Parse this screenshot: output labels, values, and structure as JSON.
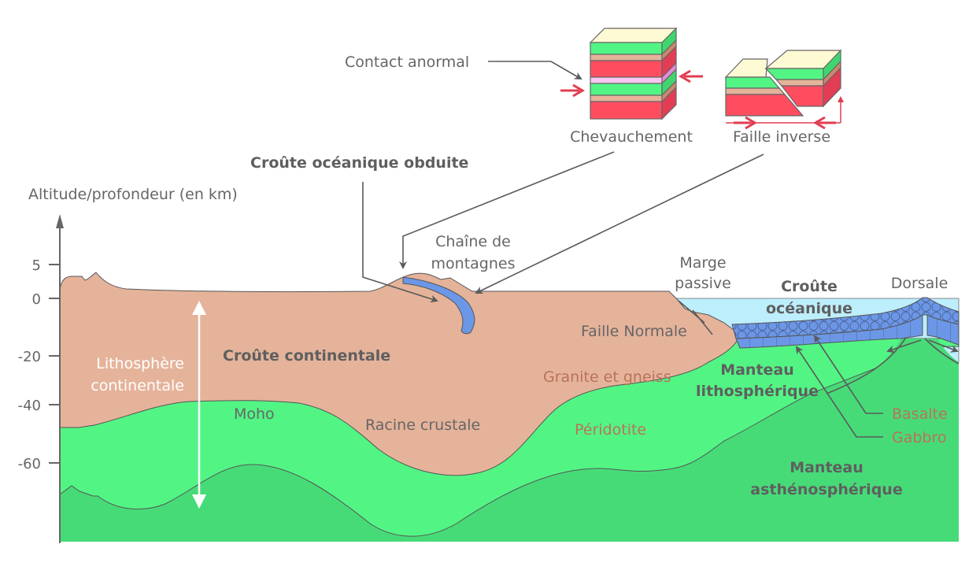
{
  "axis": {
    "title": "Altitude/profondeur (en km)",
    "ticks": [
      "5",
      "0",
      "-20",
      "-40",
      "-60"
    ]
  },
  "colors": {
    "continental_crust": "#e5b39a",
    "lithospheric_mantle": "#52f584",
    "asthenospheric_mantle": "#47db78",
    "ocean_water": "#bdeefc",
    "oceanic_crust": "#6b97e6",
    "sediment_top": "#fefad3",
    "red_layer": "#ff4d60",
    "pink_layer": "#fcc6f2",
    "arrow_red": "#e23d50",
    "text_gray": "#666666",
    "rock_label": "#b8735a"
  },
  "labels": {
    "contact_anormal": "Contact anormal",
    "chevauchement": "Chevauchement",
    "faille_inverse": "Faille inverse",
    "croute_oceanique_obduite": "Croûte océanique obduite",
    "chaine_de_montagnes": [
      "Chaîne de",
      "montagnes"
    ],
    "marge_passive": [
      "Marge",
      "passive"
    ],
    "croute_oceanique": [
      "Croûte",
      "océanique"
    ],
    "dorsale": "Dorsale",
    "lithosphere_continentale": [
      "Lithosphère",
      "continentale"
    ],
    "croute_continentale": "Croûte continentale",
    "faille_normale": "Faille Normale",
    "granite_gneiss": "Granite et gneiss",
    "manteau_lithospherique": [
      "Manteau",
      "lithosphérique"
    ],
    "moho": "Moho",
    "racine_crustale": "Racine crustale",
    "peridotite": "Péridotite",
    "basalte": "Basalte",
    "gabbro": "Gabbro",
    "manteau_asthenospherique": [
      "Manteau",
      "asthénosphérique"
    ]
  }
}
